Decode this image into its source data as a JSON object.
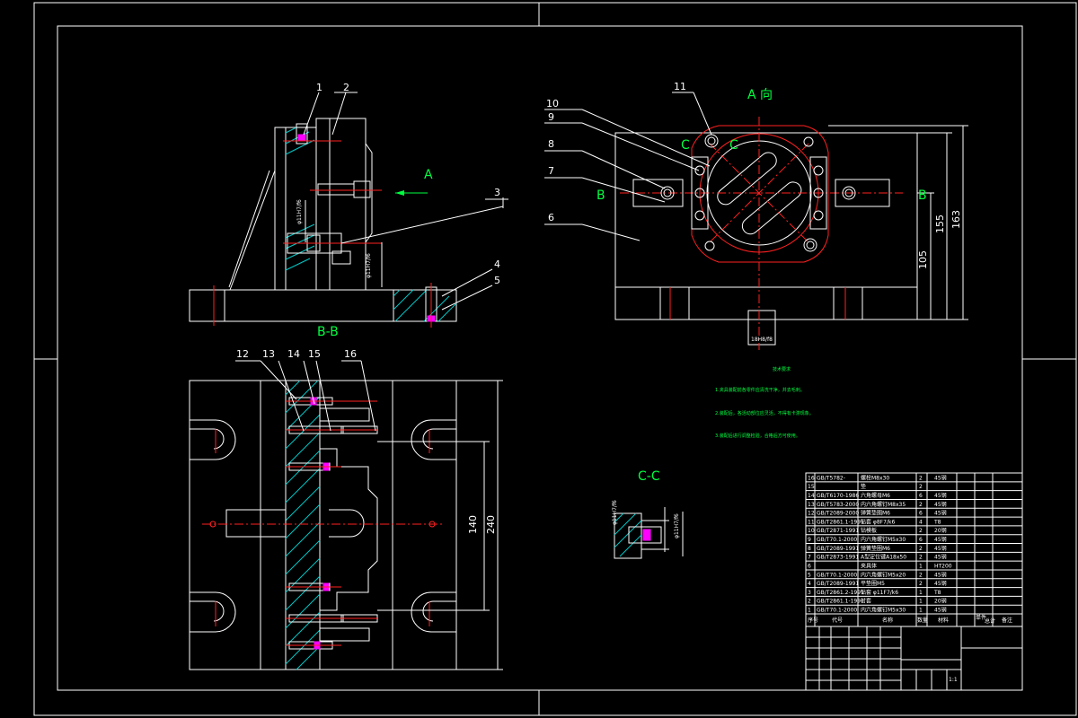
{
  "colors": {
    "background": "#000000",
    "line": "#ffffff",
    "center": "#ff2020",
    "label": "#00ff40",
    "hatch": "#00c8c8",
    "part": "#ff00ff"
  },
  "front_view": {
    "balloons": [
      "1",
      "2",
      "3",
      "4",
      "5"
    ],
    "arrow_label": "A",
    "fit_upper": "φ11H7/f6",
    "fit_lower": "φ11H7/f6"
  },
  "top_view": {
    "title": "A 向",
    "balloons": [
      "6",
      "7",
      "8",
      "9",
      "10",
      "11"
    ],
    "section_marks": [
      "B",
      "B",
      "C",
      "C"
    ],
    "dims": [
      "105",
      "155",
      "163"
    ],
    "fit_bottom": "18H8/f8"
  },
  "section_bb": {
    "title": "B-B",
    "balloons": [
      "12",
      "13",
      "14",
      "15",
      "16"
    ],
    "dims": [
      "140",
      "240"
    ]
  },
  "section_cc": {
    "title": "C-C",
    "fits": [
      "φ11H7/f6",
      "φ11H7/f6"
    ]
  },
  "notes": {
    "title": "技术要求",
    "lines": [
      "1.夹具装配前各零件应清洗干净，并去毛刺。",
      "2.装配后，各活动部位应灵活，不得有卡滞现象。",
      "3.装配后进行调整检验，合格后方可使用。"
    ]
  },
  "bom": {
    "rows": [
      [
        "16",
        "GB/T5782-",
        "螺栓M8x30",
        "2",
        "45钢"
      ],
      [
        "15",
        "",
        "垫",
        "2",
        ""
      ],
      [
        "14",
        "GB/T6170-1986",
        "六角螺母M6",
        "6",
        "45钢"
      ],
      [
        "13",
        "GB/T5783-2000",
        "内六角螺钉M8x35",
        "2",
        "45钢"
      ],
      [
        "12",
        "GB/T2089-2000",
        "弹簧垫圈M6",
        "6",
        "45钢"
      ],
      [
        "11",
        "GB/T2861.1-1991",
        "钻套 φ8F7/k6",
        "4",
        "T8"
      ],
      [
        "10",
        "GB/T2871-1991",
        "钻模板",
        "2",
        "20钢"
      ],
      [
        "9",
        "GB/T70.1-2000",
        "内六角螺钉M5x30",
        "6",
        "45钢"
      ],
      [
        "8",
        "GB/T2089-1991",
        "弹簧垫圈M6",
        "2",
        "45钢"
      ],
      [
        "7",
        "GB/T2873-1991",
        "A型定位键A18x50",
        "2",
        "45钢"
      ],
      [
        "6",
        "",
        "夹具体",
        "1",
        "HT200"
      ],
      [
        "5",
        "GB/T70.1-2000",
        "内六角螺钉M5x20",
        "2",
        "45钢"
      ],
      [
        "4",
        "GB/T2089-1991",
        "平垫圈M5",
        "2",
        "45钢"
      ],
      [
        "3",
        "GB/T2861.2-1991",
        "钻套 φ11F7/k6",
        "1",
        "T8"
      ],
      [
        "2",
        "GB/T2861.1-1991",
        "衬套",
        "1",
        "20钢"
      ],
      [
        "1",
        "GB/T70.1-2000",
        "内六角螺钉M5x30",
        "1",
        "45钢"
      ]
    ],
    "header": [
      "序号",
      "代号",
      "名称",
      "数量",
      "材料",
      "单件",
      "总计",
      "备注"
    ],
    "scale": "1:1"
  }
}
